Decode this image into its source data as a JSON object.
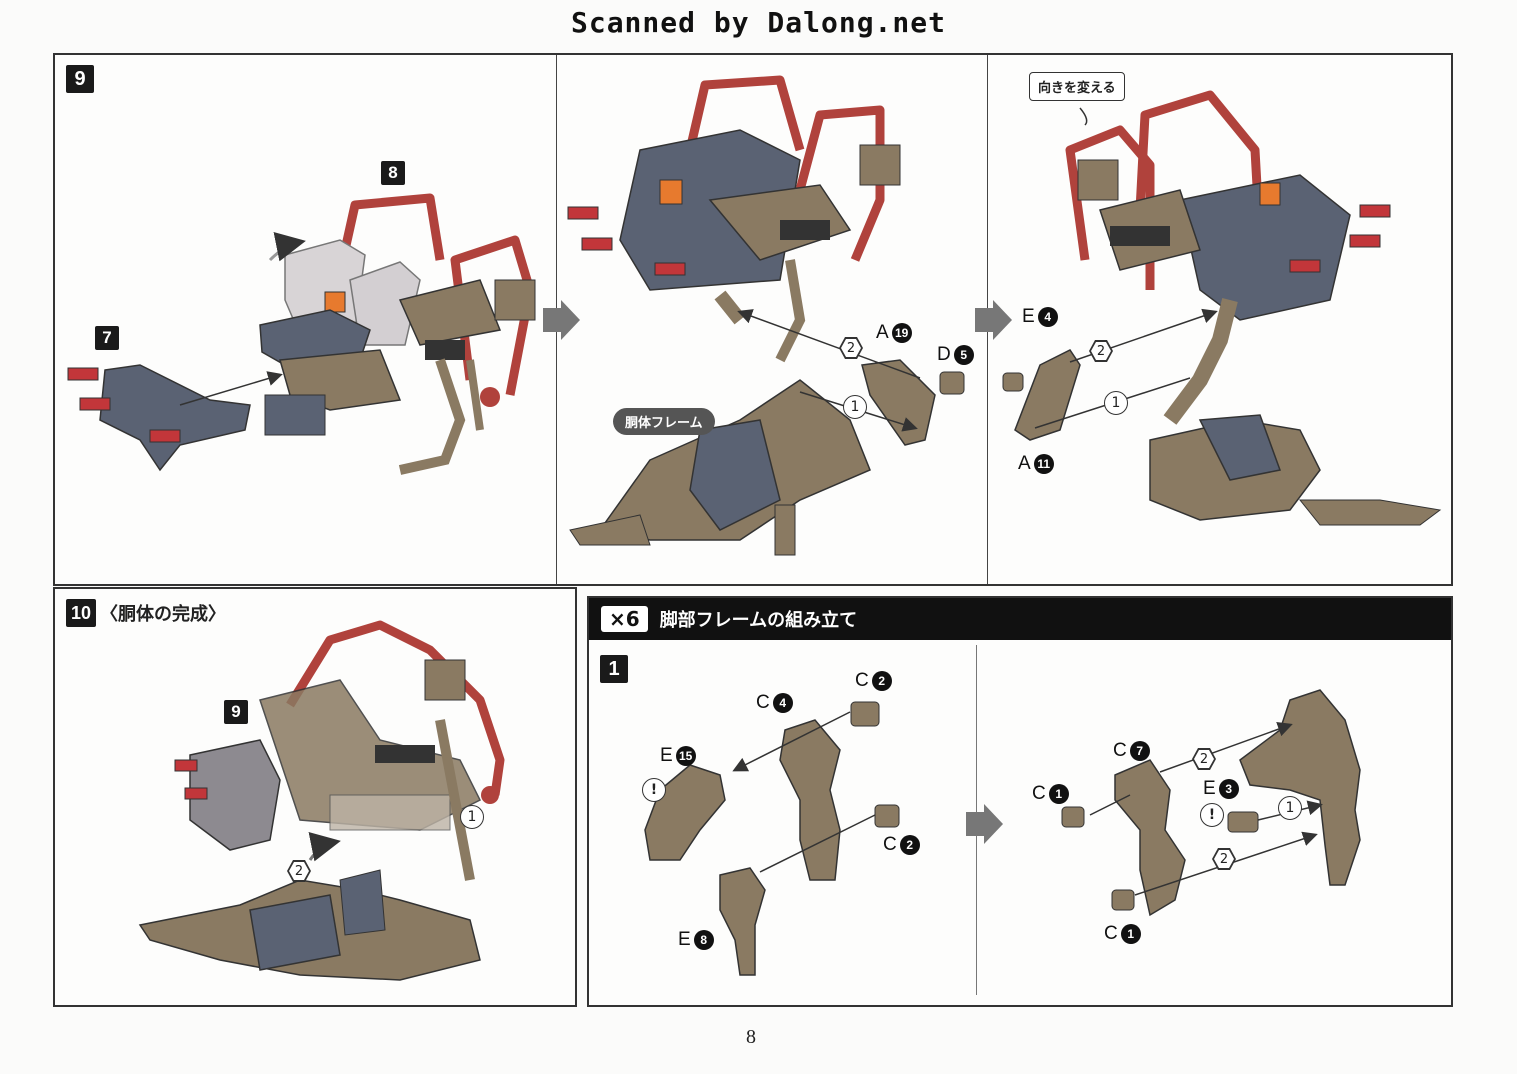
{
  "watermark": "Scanned by Dalong.net",
  "page_number": "8",
  "colors": {
    "frame": "#8a7a62",
    "frame_dark": "#5c5141",
    "armor": "#5a6273",
    "red_bar": "#b0423c",
    "orange": "#e77a2e",
    "red_tip": "#c2363a"
  },
  "step9": {
    "number": "9",
    "sub_labels": {
      "step8": "8",
      "step7": "7"
    },
    "panel2": {
      "body_frame": "胴体フレーム",
      "parts": [
        {
          "letter": "A",
          "num": "19"
        },
        {
          "letter": "D",
          "num": "5"
        }
      ],
      "order": [
        "2",
        "1"
      ]
    },
    "panel3": {
      "callout": "向きを変える",
      "parts": [
        {
          "letter": "E",
          "num": "4"
        },
        {
          "letter": "A",
          "num": "11"
        }
      ],
      "order": [
        "2",
        "1"
      ]
    }
  },
  "step10": {
    "number": "10",
    "title": "〈胴体の完成〉",
    "sub_label": "9",
    "order": [
      "1",
      "2"
    ]
  },
  "section": {
    "multiplier": "×6",
    "title": "脚部フレームの組み立て",
    "step_number": "1",
    "left_parts": [
      {
        "letter": "C",
        "num": "4"
      },
      {
        "letter": "C",
        "num": "2"
      },
      {
        "letter": "E",
        "num": "15"
      },
      {
        "letter": "C",
        "num": "2"
      },
      {
        "letter": "E",
        "num": "8"
      }
    ],
    "right_parts": [
      {
        "letter": "C",
        "num": "7"
      },
      {
        "letter": "C",
        "num": "1"
      },
      {
        "letter": "E",
        "num": "3"
      },
      {
        "letter": "C",
        "num": "1"
      }
    ],
    "order": [
      "2",
      "1",
      "2"
    ],
    "caution_mark": "!"
  }
}
